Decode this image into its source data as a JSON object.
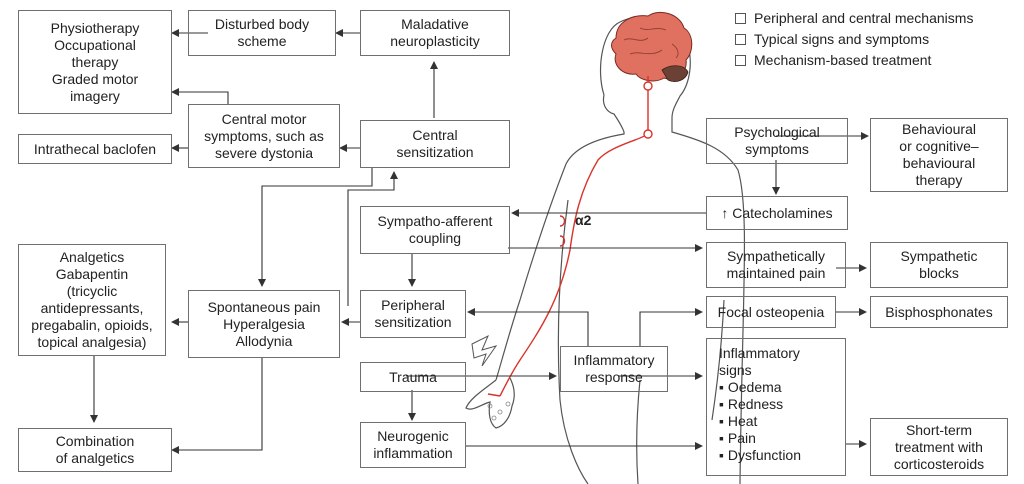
{
  "legend": [
    "Peripheral and central mechanisms",
    "Typical signs and symptoms",
    "Mechanism-based treatment"
  ],
  "receptor_label": "α2",
  "boxes": {
    "physio": [
      "Physiotherapy",
      "Occupational",
      "therapy",
      "Graded motor",
      "imagery"
    ],
    "disturbed": [
      "Disturbed body",
      "scheme"
    ],
    "maladative": [
      "Maladative",
      "neuroplasticity"
    ],
    "central_motor": [
      "Central motor",
      "symptoms, such as",
      "severe dystonia"
    ],
    "central_sens": [
      "Central",
      "sensitization"
    ],
    "baclofen": [
      "Intrathecal baclofen"
    ],
    "psych": [
      "Psychological",
      "symptoms"
    ],
    "behav": [
      "Behavioural",
      "or cognitive–",
      "behavioural",
      "therapy"
    ],
    "sympatho": [
      "Sympatho-afferent",
      "coupling"
    ],
    "catechol": [
      "↑ Catecholamines"
    ],
    "analgetics": [
      "Analgetics",
      "Gabapentin",
      "(tricyclic",
      "antidepressants,",
      "pregabalin, opioids,",
      "topical analgesia)"
    ],
    "smp": [
      "Sympathetically",
      "maintained pain"
    ],
    "symp_blocks": [
      "Sympathetic",
      "blocks"
    ],
    "spont": [
      "Spontaneous pain",
      "Hyperalgesia",
      "Allodynia"
    ],
    "periph": [
      "Peripheral",
      "sensitization"
    ],
    "osteo": [
      "Focal osteopenia"
    ],
    "bisphos": [
      "Bisphosphonates"
    ],
    "inflam_resp": [
      "Inflammatory",
      "response"
    ],
    "trauma": [
      "Trauma"
    ],
    "inflam_signs": [
      "Inflammatory",
      "signs",
      "▪ Oedema",
      "▪ Redness",
      "▪ Heat",
      "▪ Pain",
      "▪ Dysfunction"
    ],
    "neurogenic": [
      "Neurogenic",
      "inflammation"
    ],
    "combination": [
      "Combination",
      "of analgetics"
    ],
    "steroids": [
      "Short-term",
      "treatment with",
      "corticosteroids"
    ]
  },
  "colors": {
    "nerve": "#d9342b",
    "brain": "#e0705f",
    "line": "#333333"
  }
}
